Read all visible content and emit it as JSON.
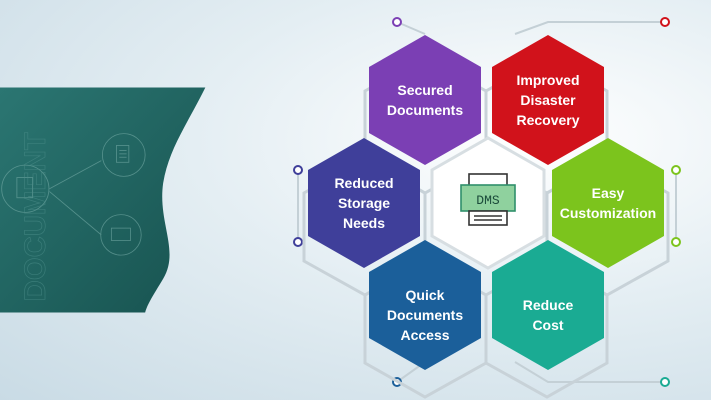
{
  "background": {
    "left_color": "#1f6a67",
    "right_color": "#e8f0f4",
    "watermark_text": "DOCUMENT"
  },
  "center": {
    "label": "DMS",
    "icon": "dms-machine-icon",
    "icon_color": "#2f8f6b"
  },
  "hexagons": [
    {
      "id": "secured-documents",
      "label": "Secured\nDocuments",
      "color": "#7b3fb4"
    },
    {
      "id": "improved-disaster-recovery",
      "label": "Improved\nDisaster\nRecovery",
      "color": "#d1121b"
    },
    {
      "id": "reduced-storage-needs",
      "label": "Reduced\nStorage\nNeeds",
      "color": "#3f3f9a"
    },
    {
      "id": "easy-customization",
      "label": "Easy\nCustomization",
      "color": "#7cc41d"
    },
    {
      "id": "quick-documents-access",
      "label": "Quick\nDocuments\nAccess",
      "color": "#1b5f9a"
    },
    {
      "id": "reduce-cost",
      "label": "Reduce\nCost",
      "color": "#1aab93"
    }
  ]
}
